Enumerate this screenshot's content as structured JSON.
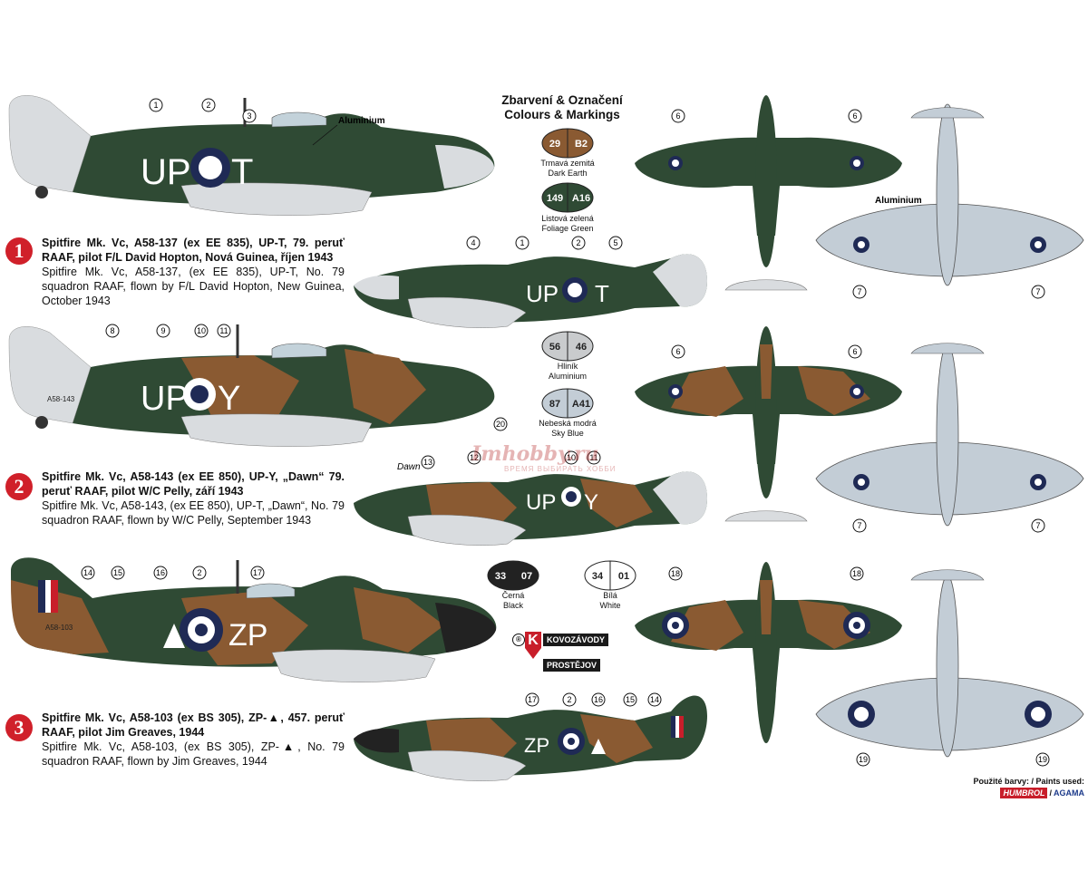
{
  "heading": {
    "cz": "Zbarvení & Označení",
    "en": "Colours & Markings"
  },
  "aluminium_label": "Aluminium",
  "schemes": [
    {
      "num": "1",
      "cz": "Spitfire Mk. Vc, A58-137 (ex EE 835), UP-T, 79. peruť RAAF, pilot F/L David Hopton, Nová Guinea, říjen 1943",
      "en": "Spitfire Mk. Vc, A58-137, (ex EE 835), UP-T, No. 79 squadron RAAF, flown by F/L David Hopton, New Guinea, October 1943",
      "code_left": "UP",
      "code_right": "T"
    },
    {
      "num": "2",
      "cz": "Spitfire Mk. Vc, A58-143 (ex EE 850), UP-Y, „Dawn“ 79. peruť RAAF, pilot W/C Pelly, září 1943",
      "en": "Spitfire Mk. Vc, A58-143, (ex EE 850), UP-T, „Dawn“, No. 79 squadron RAAF, flown by W/C Pelly, September 1943",
      "code_left": "UP",
      "code_right": "Y",
      "nose_art": "Dawn",
      "serial": "A58-143"
    },
    {
      "num": "3",
      "cz": "Spitfire Mk. Vc, A58-103 (ex BS 305), ZP-▲, 457. peruť RAAF, pilot Jim Greaves, 1944",
      "en": "Spitfire Mk. Vc, A58-103, (ex BS 305), ZP-▲, No. 79 squadron RAAF, flown by Jim Greaves, 1944",
      "code_left": "ZP",
      "serial": "A58-103"
    }
  ],
  "paints": [
    {
      "a": "29",
      "b": "B2",
      "cz": "Trmavá zemitá",
      "en": "Dark Earth",
      "ca": "#8a5a32",
      "cb": "#8a5a32"
    },
    {
      "a": "149",
      "b": "A16",
      "cz": "Listová zelená",
      "en": "Foliage Green",
      "ca": "#2f4a34",
      "cb": "#2f4a34"
    },
    {
      "a": "56",
      "b": "46",
      "cz": "Hliník",
      "en": "Aluminium",
      "ca": "#c9cbcd",
      "cb": "#c9cbcd"
    },
    {
      "a": "87",
      "b": "A41",
      "cz": "Nebeská modrá",
      "en": "Sky Blue",
      "ca": "#c3cdd6",
      "cb": "#c3cdd6"
    },
    {
      "a": "33",
      "b": "07",
      "cz": "Černá",
      "en": "Black",
      "ca": "#222222",
      "cb": "#222222"
    },
    {
      "a": "34",
      "b": "01",
      "cz": "Bílá",
      "en": "White",
      "ca": "#ffffff",
      "cb": "#ffffff"
    }
  ],
  "callouts": {
    "s1_side": [
      "1",
      "2",
      "3"
    ],
    "s1_small": [
      "4",
      "1",
      "2",
      "5"
    ],
    "s2_side": [
      "8",
      "9",
      "10",
      "11"
    ],
    "s2_small": [
      "12",
      "10",
      "11",
      "13"
    ],
    "s2_extra": "20",
    "s3_side": [
      "14",
      "15",
      "16",
      "2",
      "17"
    ],
    "s3_small": [
      "17",
      "2",
      "16",
      "15",
      "14"
    ],
    "top": [
      "6",
      "6"
    ],
    "top3": [
      "18",
      "18"
    ],
    "under": [
      "7",
      "7"
    ],
    "under3": [
      "19",
      "19"
    ]
  },
  "logo": {
    "line1": "KOVOZÁVODY",
    "line2": "PROSTĚJOV",
    "k": "K",
    "r": "®"
  },
  "paints_used": {
    "label": "Použité barvy: / Paints used:",
    "brand1": "HUMBROL",
    "sep": "/",
    "brand2": "AGAMA"
  },
  "watermark": {
    "main": "Imhobby.ru",
    "sub": "ВРЕМЯ ВЫБИРАТЬ ХОББИ"
  },
  "colors": {
    "green": "#2f4a34",
    "brown": "#8a5a32",
    "sky": "#c3cdd6",
    "alu": "#d9dcdf",
    "roundel": "#1f2a55",
    "red": "#c81e2a"
  }
}
